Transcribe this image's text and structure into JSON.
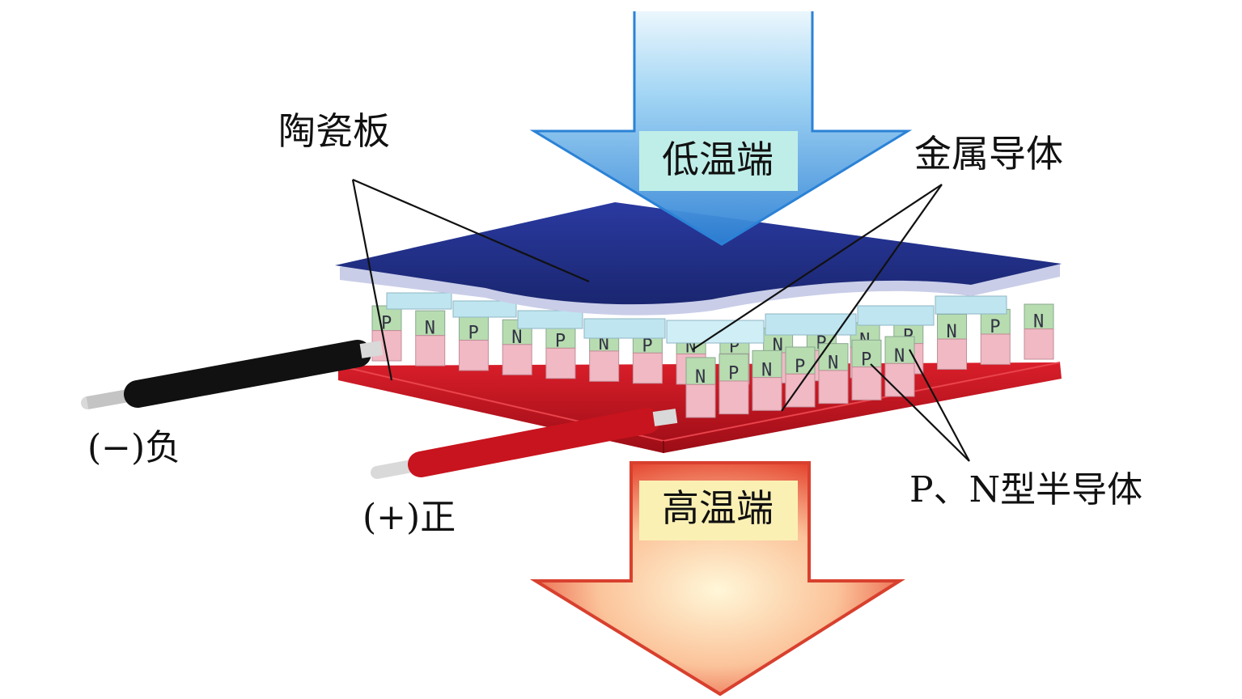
{
  "labels": {
    "ceramic_plate": "陶瓷板",
    "cold_end": "低温端",
    "metal_conductor": "金属导体",
    "negative_lead": "(−)负",
    "positive_lead": "(+)正",
    "hot_end": "高温端",
    "pn_semiconductor": "P、N型半导体"
  },
  "pellet_letters": {
    "back_row": [
      "P",
      "N",
      "P",
      "N",
      "P",
      "N",
      "P",
      "N",
      "P",
      "N",
      "P",
      "N",
      "P",
      "N",
      "P",
      "N"
    ],
    "front_row": [
      "N",
      "P",
      "N",
      "P",
      "N",
      "P",
      "N"
    ]
  },
  "colors": {
    "top_plate": "#1f2c8a",
    "bottom_plate": "#c1121f",
    "metal_strip": "#bfe6f0",
    "pellet_p": "#b7dcb0",
    "pellet_n": "#f0b9c4",
    "cold_arrow": "#4aa6e8",
    "hot_arrow": "#f26a4f",
    "cold_label_bg": "#bfeee8",
    "hot_label_bg": "#fbf0b4",
    "negative_wire": "#111111",
    "positive_wire": "#c8141e"
  }
}
